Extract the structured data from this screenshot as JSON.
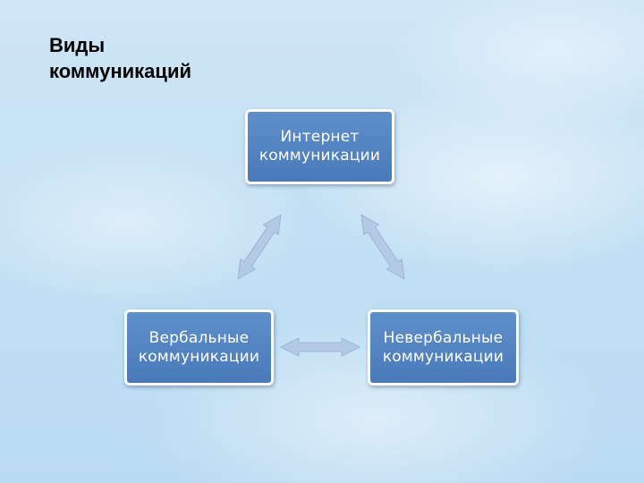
{
  "title": "Виды\nкоммуникаций",
  "nodes": {
    "internet": "Интернет\nкоммуникации",
    "verbal": "Вербальные\nкоммуникации",
    "nonverbal": "Невербальные\nкоммуникации"
  },
  "colors": {
    "node_fill": "#4f7fc0",
    "node_border": "#ffffff",
    "arrow_fill": "#b3c9e4",
    "arrow_stroke": "#9cb5d6"
  },
  "icons": {
    "connector": "double-headed-arrow"
  }
}
